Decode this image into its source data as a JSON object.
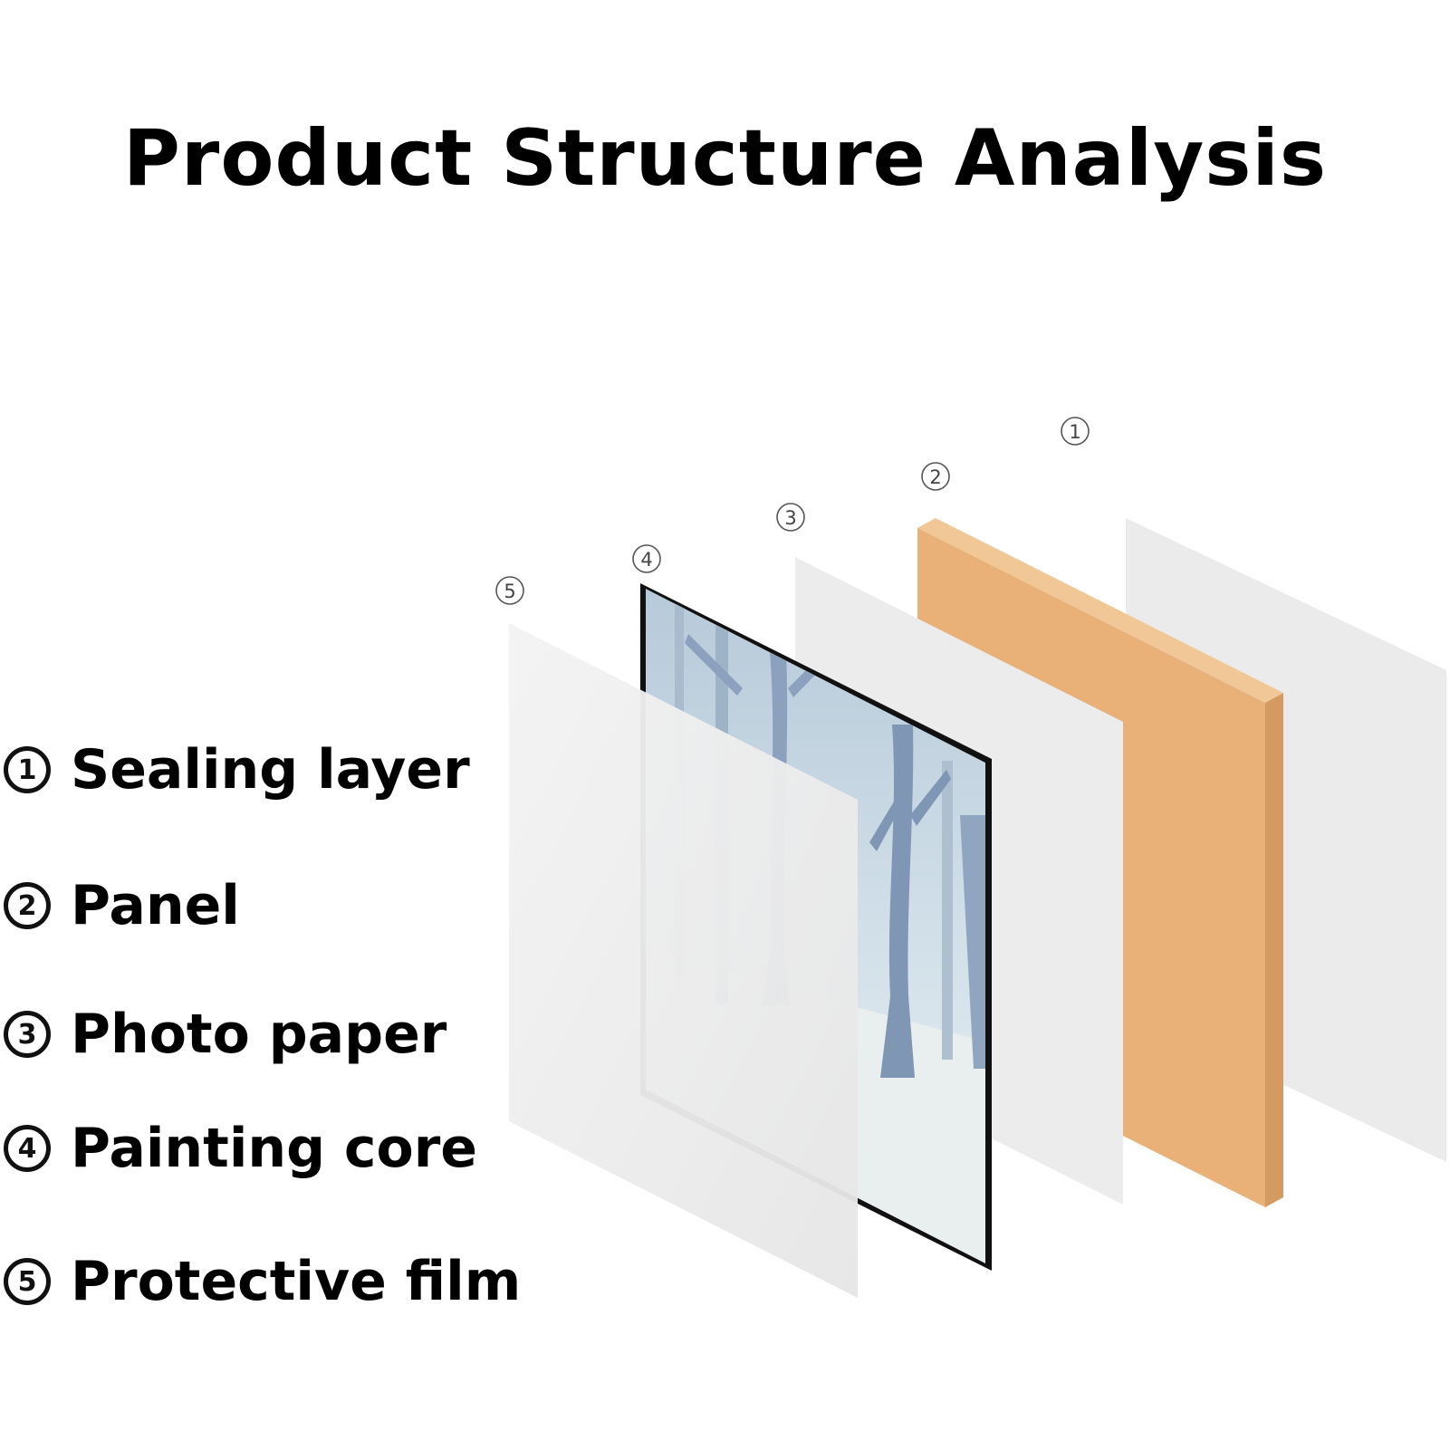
{
  "title": "Product Structure Analysis",
  "legend": [
    {
      "num": "1",
      "label": "Sealing layer"
    },
    {
      "num": "2",
      "label": "Panel"
    },
    {
      "num": "3",
      "label": "Photo paper"
    },
    {
      "num": "4",
      "label": "Painting core"
    },
    {
      "num": "5",
      "label": "Protective film"
    }
  ],
  "layer_markers": [
    "①",
    "②",
    "③",
    "④",
    "⑤"
  ],
  "colors": {
    "panel_face": "#e9b078",
    "panel_edge": "#d59a62",
    "sheet": "#ececec",
    "film": "#eeeeee",
    "frame": "#111111",
    "painting_sky": "#c9d9e4",
    "painting_tree": "#7f96b4"
  }
}
